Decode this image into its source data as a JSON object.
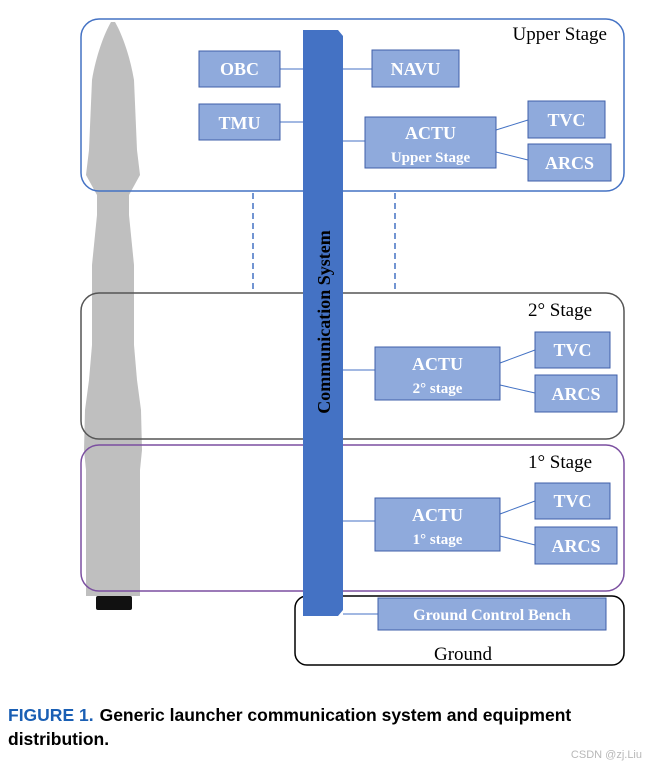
{
  "colors": {
    "comm_bar": "#4472c4",
    "equipment_box": "#8faadc",
    "equipment_border": "#3f5fa8",
    "upper_stage_border": "#4472c4",
    "second_stage_border": "#555555",
    "first_stage_border": "#7b4fa0",
    "ground_border": "#000000",
    "rocket": "#bfbfbf",
    "caption_label": "#1a5fb4"
  },
  "communication_system": {
    "label": "Communication System"
  },
  "stages": {
    "upper": {
      "title": "Upper Stage",
      "obc": "OBC",
      "navu": "NAVU",
      "tmu": "TMU",
      "actu_line1": "ACTU",
      "actu_line2": "Upper Stage",
      "tvc": "TVC",
      "arcs": "ARCS"
    },
    "second": {
      "title": "2° Stage",
      "actu_line1": "ACTU",
      "actu_line2": "2° stage",
      "tvc": "TVC",
      "arcs": "ARCS"
    },
    "first": {
      "title": "1° Stage",
      "actu_line1": "ACTU",
      "actu_line2": "1° stage",
      "tvc": "TVC",
      "arcs": "ARCS"
    },
    "ground": {
      "title": "Ground",
      "bench": "Ground Control Bench"
    }
  },
  "caption": {
    "label": "FIGURE 1.",
    "text": "Generic launcher communication system and equipment distribution."
  },
  "watermark": "CSDN @zj.Liu"
}
